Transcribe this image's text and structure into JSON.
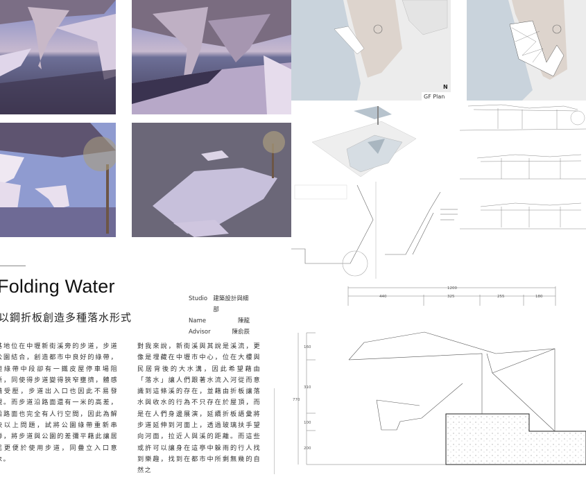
{
  "project": {
    "title": "Folding Water",
    "subtitle": "以鋼折板創造多種落水形式"
  },
  "credits": [
    {
      "label": "Studio",
      "value": "建築設計與細部"
    },
    {
      "label": "Name",
      "value": "陳龍"
    },
    {
      "label": "Advisor",
      "value": "陳俞辰"
    }
  ],
  "paragraphs": [
    "基地位在中壢新街溪旁的步道，步道公園結合，創造都市中良好的綠帶，但綠帶中段卻有一鐵皮屋停車場阻斷，同使得步道變得狹窄壅擠，體感備受壓，步道出入口也因此不易發現。而步道沿路面還有一米的高差，沿路面也完全有人行空間，因此為解決以上問題，試將公園綠帶重新串聯，將步道與公園的差彌平藉此讓居民更便於使用步道，同疊立入口意象。",
    "對我來說，新街溪與其說是溪流，更像是埋藏在中壢市中心，位在大樓與民居背後的大水溝，因此希望藉由「落水」讓人們跟著水流入河從而意識到這條溪的存在，並藉由折板讓落水與收水的行為不只存在於屋頂，而是在人們身邊展演，延續折板語彙將步道延伸到河面上，透過玻璃扶手望向河面，拉近人與溪的距離。而這些或許可以讓身在這亭中躲雨的行人找到樂趣，找到在都市中所剩無幾的自然之"
  ],
  "plan": {
    "north_label": "N",
    "caption": "GF Plan"
  },
  "dimensions": {
    "total": "1200",
    "segments": [
      "440",
      "325",
      "255",
      "180"
    ],
    "vertical_total": "770",
    "vertical_segments": [
      "160",
      "310",
      "100",
      "200"
    ]
  },
  "colors": {
    "water": "#c9d3dc",
    "plaza": "#ddd4cd",
    "ground": "#ececec",
    "sky": "#8f9bd0"
  }
}
